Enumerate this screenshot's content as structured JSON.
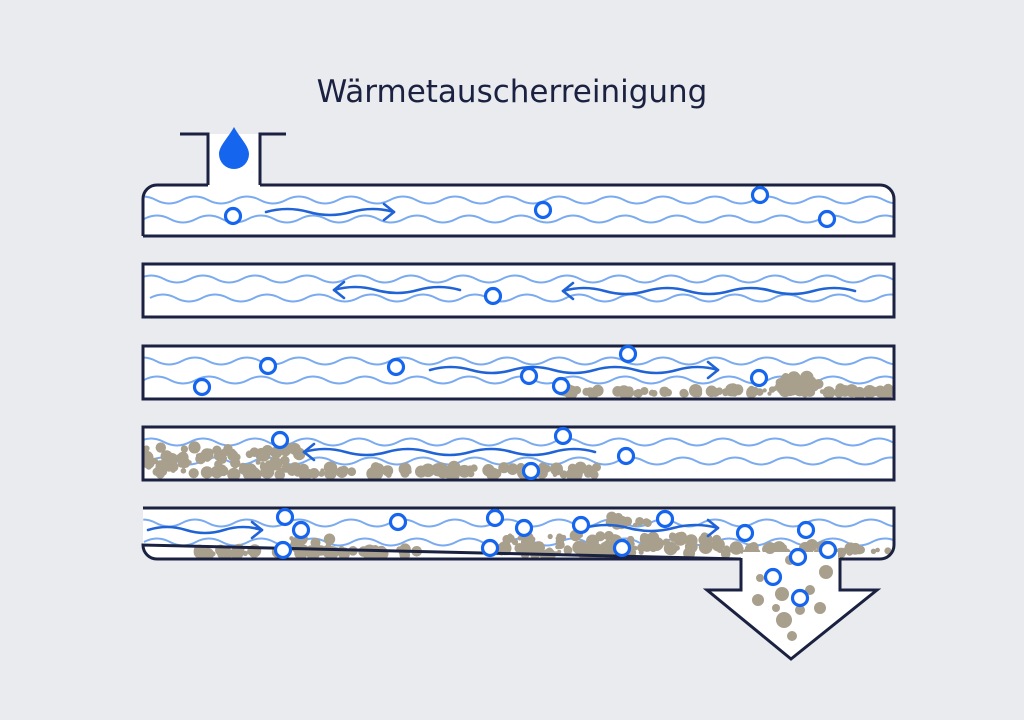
{
  "title": "Wärmetauscherreinigung",
  "colors": {
    "background": "#e9ebef",
    "pipe_outline": "#1b2140",
    "pipe_fill": "#ffffff",
    "wave": "#7aaaf0",
    "flow_arrow": "#1f63d6",
    "bubble": "#1565ee",
    "drop": "#1565ee",
    "sediment": "#a89f8c"
  },
  "icons": [
    "water-drop-icon",
    "flow-arrow-icon",
    "bubble-icon",
    "sediment-particle-icon",
    "outlet-arrow-icon"
  ],
  "pipes": [
    {
      "direction": "right",
      "sediment_level": 0.0
    },
    {
      "direction": "left",
      "sediment_level": 0.0
    },
    {
      "direction": "right",
      "sediment_level": 0.3
    },
    {
      "direction": "left",
      "sediment_level": 0.75
    },
    {
      "direction": "right",
      "sediment_level": 0.55
    }
  ]
}
